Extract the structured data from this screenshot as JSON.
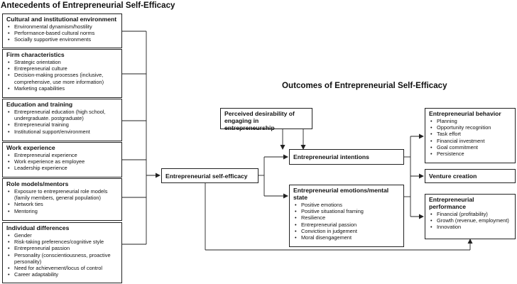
{
  "antecedents_title": "Antecedents of Entrepreneurial Self-Efficacy",
  "outcomes_title": "Outcomes of Entrepreneurial Self-Efficacy",
  "antecedents": [
    {
      "title": "Cultural and institutional environment",
      "items": [
        "Environmental dynamism/hostility",
        "Performance-based cultural norms",
        "Socially supportive environments"
      ]
    },
    {
      "title": "Firm characteristics",
      "items": [
        "Strategic orientation",
        "Entrepreneurial culture",
        "Decision-making processes (inclusive, comprehensive, use more information)",
        "Marketing capabilities"
      ]
    },
    {
      "title": "Education and training",
      "items": [
        "Entrepreneurial education (high school, undergraduate. postgraduate)",
        "Entrepreneurial training",
        "Institutional support/environment"
      ]
    },
    {
      "title": "Work experience",
      "items": [
        "Entrepreneurial experience",
        "Work experience as employee",
        "Leadership experience"
      ]
    },
    {
      "title": "Role models/mentors",
      "items": [
        "Exposure to entrepreneurial role models (family members, general population)",
        "Network ties",
        "Mentoring"
      ]
    },
    {
      "title": "Individual differences",
      "items": [
        "Gender",
        "Risk-taking preferences/cognitive style",
        "Entrepreneurial passion",
        "Personality (conscientiousness, proactive personality)",
        "Need for achievement/locus of control",
        "Career adaptability"
      ]
    }
  ],
  "center": {
    "label": "Entrepreneurial self-efficacy"
  },
  "desirability": {
    "label": "Perceived desirability of engaging in entrepreneurship"
  },
  "intentions": {
    "label": "Entrepreneurial intentions"
  },
  "emotions": {
    "title": "Entrepreneurial emotions/mental state",
    "items": [
      "Positive emotions",
      "Positive situational framing",
      "Resilience",
      "Entrepreneurial passion",
      "Conviction in judgement",
      "Moral disengagement"
    ]
  },
  "behavior": {
    "title": "Entrepreneurial behavior",
    "items": [
      "Planning",
      "Opportunity recognition",
      "Task effort",
      "Financial investment",
      "Goal commitment",
      "Persistence"
    ]
  },
  "venture": {
    "label": "Venture creation"
  },
  "performance": {
    "title": "Entrepreneurial performance",
    "items": [
      "Financial (profitability)",
      "Growth (revenue, employment)",
      "Innovation"
    ]
  }
}
